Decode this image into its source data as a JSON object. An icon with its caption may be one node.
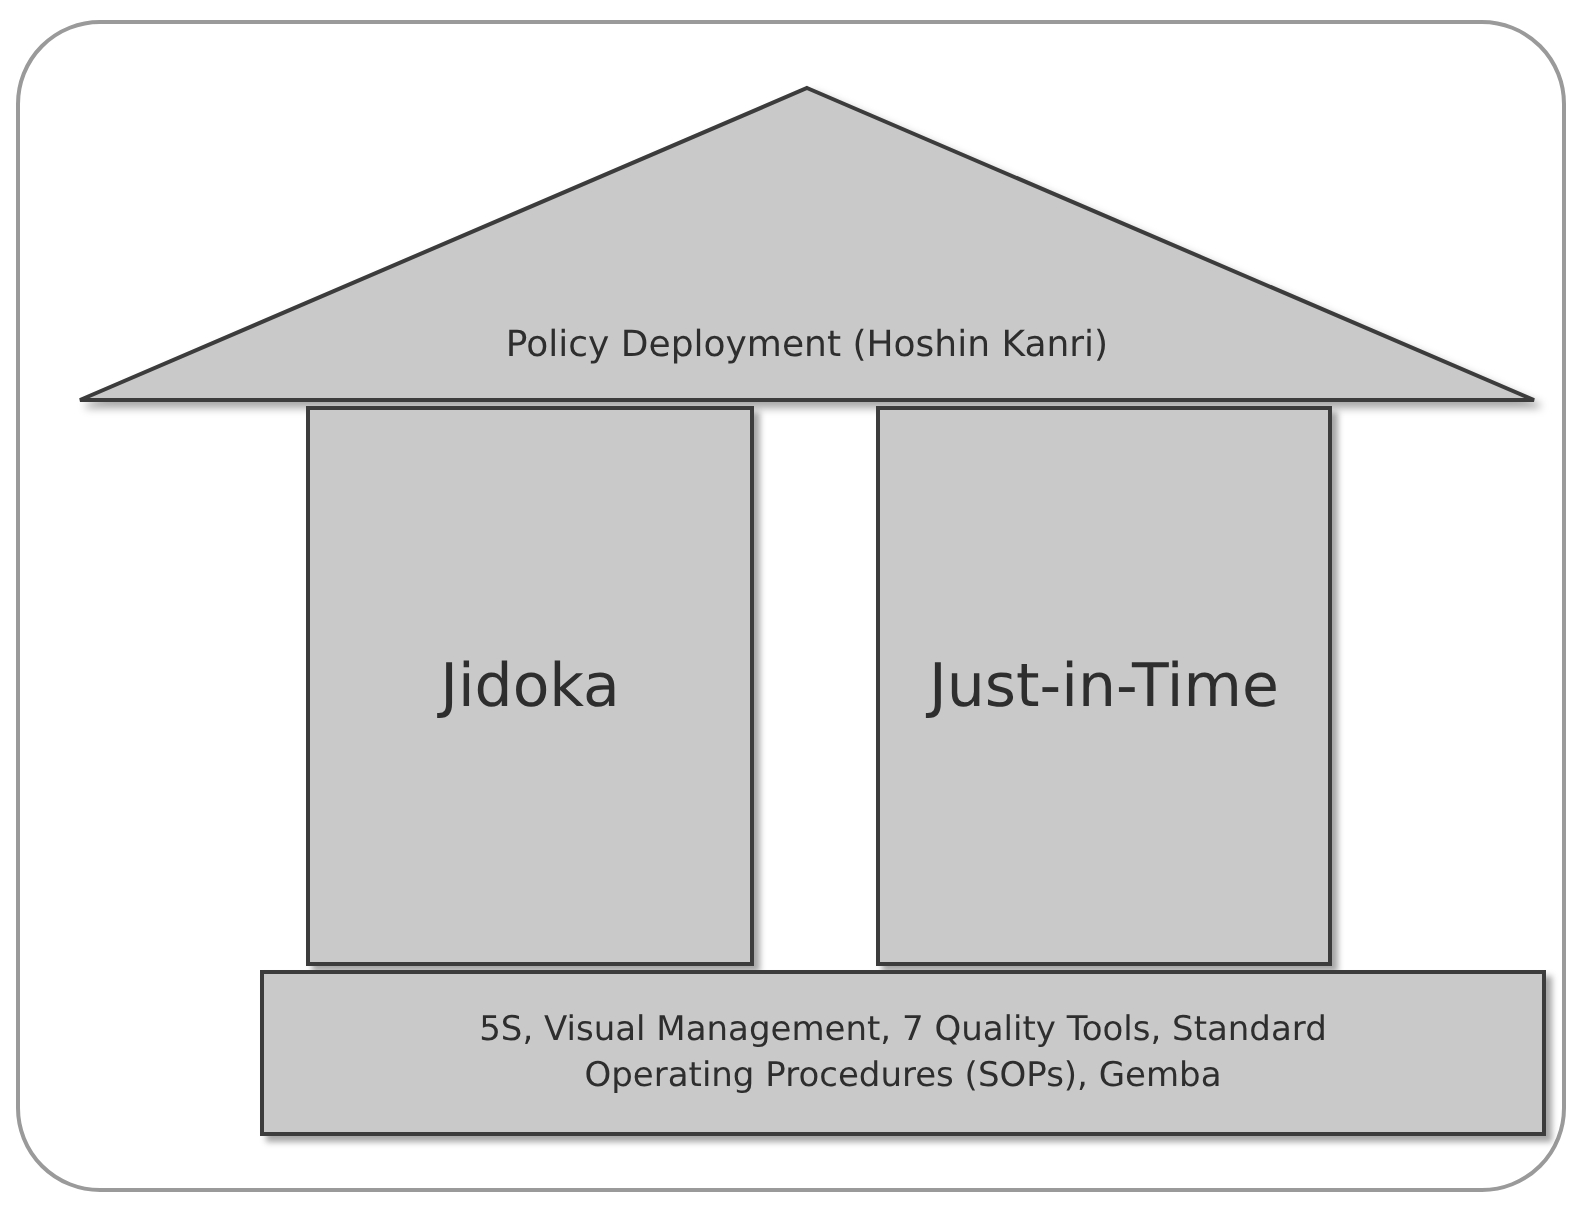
{
  "diagram": {
    "nodes": [
      {
        "text": [
          "Policy Deployment (Hoshin Kanri)"
        ]
      },
      {
        "text": [
          "Jidoka"
        ]
      },
      {
        "text": [
          "Just-in-Time"
        ]
      },
      {
        "text": [
          "5S, Visual Management, 7 Quality Tools, Standard Operating Procedures (SOPs), Gemba"
        ]
      }
    ]
  }
}
